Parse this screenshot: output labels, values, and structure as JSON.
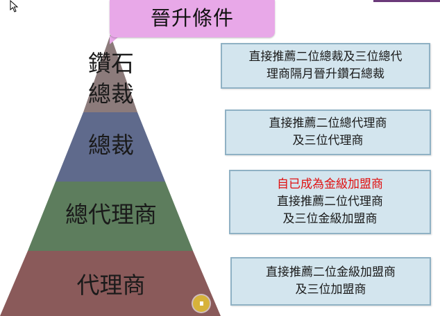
{
  "title": "晉升條件",
  "tiers": [
    {
      "label_line1": "鑽石",
      "label_line2": "總裁",
      "color": "#8c7b7b"
    },
    {
      "label": "總裁",
      "color": "#5f6a8c"
    },
    {
      "label": "總代理商",
      "color": "#5d7d5d"
    },
    {
      "label": "代理商",
      "color": "#8a5a5a"
    }
  ],
  "conditions": [
    {
      "line1": "直接推薦二位總裁及三位總代",
      "line2": "理商隔月晉升鑽石總裁"
    },
    {
      "line1": "直接推薦二位總代理商",
      "line2": "及三位代理商"
    },
    {
      "highlight": "自已成為金級加盟商",
      "line1": "直接推薦二位代理商",
      "line2": "及三位金級加盟商"
    },
    {
      "line1": "直接推薦二位金級加盟商",
      "line2": "及三位加盟商"
    }
  ],
  "colors": {
    "title_tab": "#e8a8e8",
    "box_fill": "#d3e5ee",
    "box_border": "#8fb1c4",
    "highlight_text": "#e01010"
  },
  "icons": {
    "cursor": "mouse-cursor-icon",
    "pointer": "laser-pointer-icon"
  }
}
